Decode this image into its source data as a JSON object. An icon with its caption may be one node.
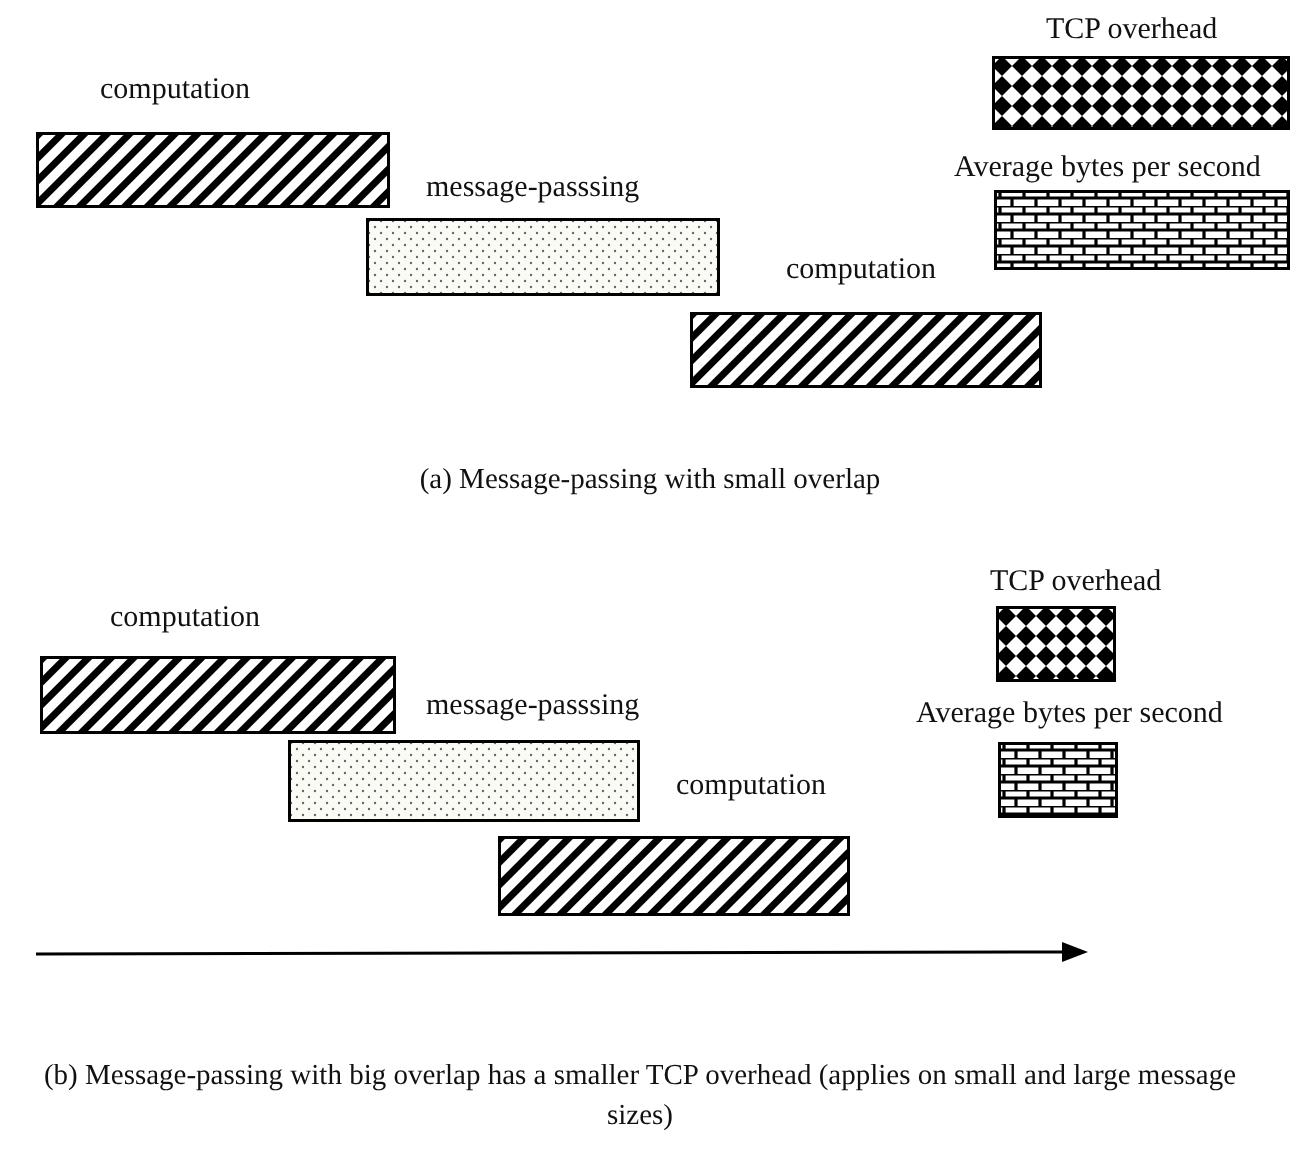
{
  "diagram": {
    "nodes": [
      {
        "text": [
          "computation"
        ]
      },
      {
        "text": [
          "message-passsing"
        ]
      },
      {
        "text": [
          "computation"
        ]
      },
      {
        "text": [
          "TCP overhead"
        ]
      },
      {
        "text": [
          "Average bytes per second"
        ]
      },
      {
        "text": [
          "computation"
        ]
      },
      {
        "text": [
          "message-passsing"
        ]
      },
      {
        "text": [
          "computation"
        ]
      },
      {
        "text": [
          "TCP overhead"
        ]
      },
      {
        "text": [
          "Average bytes per second"
        ]
      }
    ],
    "edges": [],
    "labels": [
      "(a) Message-passing with small overlap",
      "(b) Message-passing with big overlap has a smaller TCP overhead (applies on small and large message sizes)"
    ]
  }
}
